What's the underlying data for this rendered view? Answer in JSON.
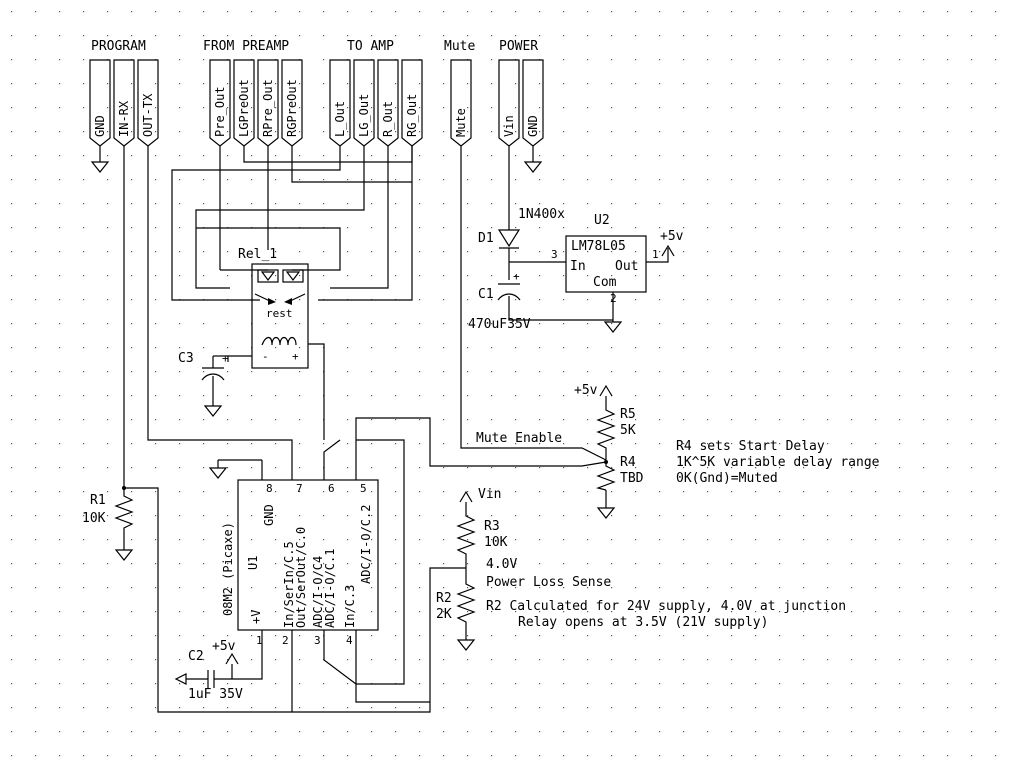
{
  "headers": {
    "program": "PROGRAM",
    "from_preamp": "FROM PREAMP",
    "to_amp": "TO AMP",
    "mute": "Mute",
    "power": "POWER"
  },
  "connectors": {
    "gnd": "GND",
    "in_rx": "IN-RX",
    "out_tx": "OUT-TX",
    "pre_out": "Pre_Out",
    "lgpre_out": "LGPreOut",
    "rpre_out": "RPre_Out",
    "rgpre_out": "RGPreOut",
    "l_out": "L_Out",
    "lg_out": "LG_Out",
    "r_out": "R_Out",
    "rg_out": "RG_Out",
    "mute": "Mute",
    "vin": "Vin",
    "power_gnd": "GND"
  },
  "relay": {
    "ref": "Rel_1",
    "rest": "rest",
    "minus": "-",
    "plus": "+"
  },
  "diode": {
    "ref": "D1",
    "value": "1N400x"
  },
  "regulator": {
    "ref": "U2",
    "name": "LM78L05",
    "in": "In",
    "out": "Out",
    "com": "Com",
    "pin1": "1",
    "pin2": "2",
    "pin3": "3"
  },
  "c1": {
    "ref": "C1",
    "value": "470uF35V"
  },
  "c3": {
    "ref": "C3"
  },
  "c2": {
    "ref": "C2",
    "value": "1uF 35V"
  },
  "rails": {
    "plus5v": "+5v",
    "vin": "Vin"
  },
  "r1": {
    "ref": "R1",
    "value": "10K"
  },
  "r2": {
    "ref": "R2",
    "value": "2K"
  },
  "r3": {
    "ref": "R3",
    "value": "10K"
  },
  "r4": {
    "ref": "R4",
    "value": "TBD"
  },
  "r5": {
    "ref": "R5",
    "value": "5K"
  },
  "u1": {
    "ref": "U1",
    "part": "08M2 (Picaxe)",
    "gnd": "GND",
    "vplus": "+V",
    "in_serin": "In/SerIn/C.5",
    "out_serout": "Out/SerOut/C.0",
    "adc_c4": "ADC/I-O/C4",
    "adc_c1": "ADC/I-O/C.1",
    "in_c3": "In/C.3",
    "adc_c2": "ADC/I-O/C.2",
    "pins": [
      "8",
      "7",
      "6",
      "5",
      "1",
      "2",
      "3",
      "4"
    ]
  },
  "notes": {
    "mute_enable": "Mute Enable",
    "r4_title": "R4 sets Start Delay",
    "r4_range": "1K^5K variable delay range",
    "r4_muted": "0K(Gnd)=Muted",
    "voltage": "4.0V",
    "power_loss": "Power Loss Sense",
    "r2_calc": "R2 Calculated for 24V supply, 4.0V at junction",
    "relay_opens": "Relay opens at 3.5V (21V supply)"
  }
}
